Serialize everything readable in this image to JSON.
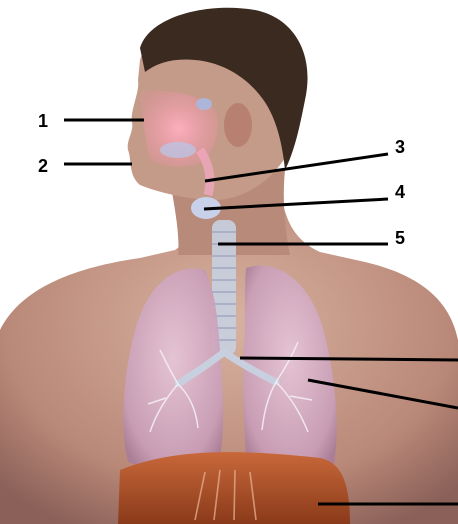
{
  "labels": [
    "1",
    "2",
    "3",
    "4",
    "5"
  ],
  "colors": {
    "background": "#ffffff",
    "skin": "#c9a090",
    "hair": "#3a2a20",
    "lungs": "#d6b3c9",
    "airway_highlight": "#f0a0b0",
    "trachea": "#c8d0e0",
    "diaphragm": "#b5552a",
    "leader_line": "#000000"
  },
  "unlabeled_pointers": [
    "bronchus-pointer",
    "bronchiole-pointer",
    "diaphragm-pointer"
  ]
}
